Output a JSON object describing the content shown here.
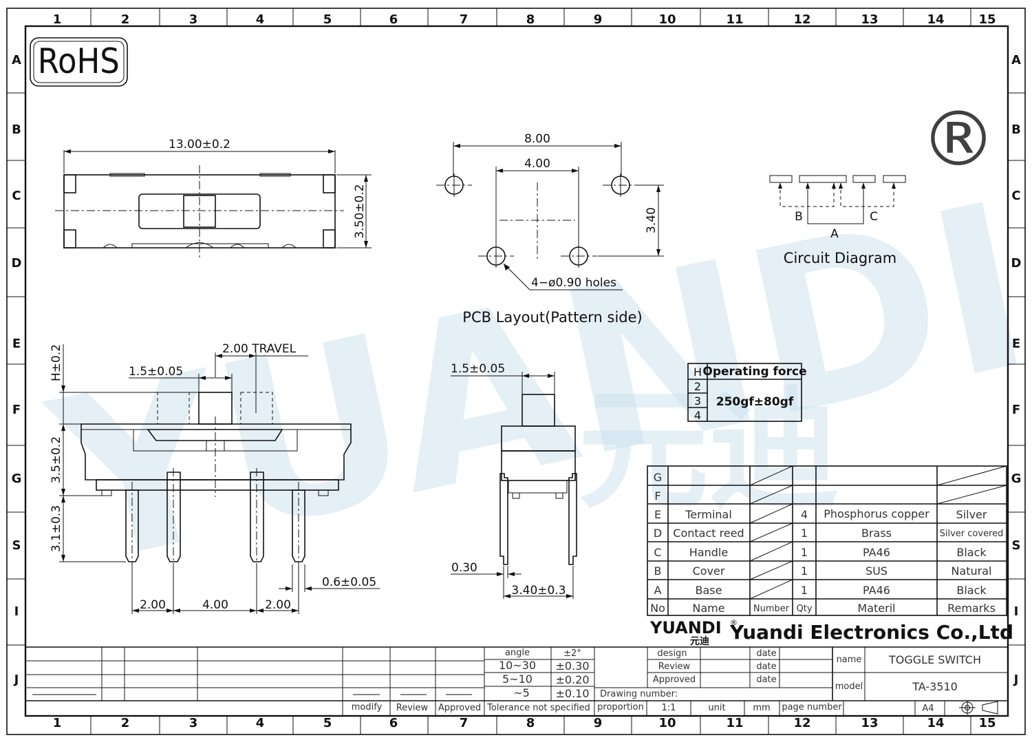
{
  "frame": {
    "cols": [
      "1",
      "2",
      "3",
      "4",
      "5",
      "6",
      "7",
      "8",
      "9",
      "10",
      "11",
      "12",
      "13",
      "14",
      "15"
    ],
    "rows": [
      "A",
      "B",
      "C",
      "D",
      "E",
      "F",
      "G",
      "S",
      "I",
      "J"
    ]
  },
  "badge": {
    "rohs": "RoHS",
    "registered_mark": "®"
  },
  "watermark": {
    "text": "YUANDI",
    "cn": "元迪"
  },
  "top_view": {
    "width_dim": "13.00±0.2",
    "height_dim": "3.50±0.2"
  },
  "pcb": {
    "pitch_outer": "8.00",
    "pitch_inner": "4.00",
    "row_offset": "3.40",
    "holes_note": "4−ø0.90  holes",
    "caption": "PCB  Layout(Pattern  side)"
  },
  "circuit": {
    "label_a": "A",
    "label_b": "B",
    "label_c": "C",
    "caption": "Circuit  Diagram"
  },
  "front_view": {
    "travel": "2.00  TRAVEL",
    "knob_width": "1.5±0.05",
    "h_dim": "H±0.2",
    "body_h": "3.5±0.2",
    "pin_len": "3.1±0.3",
    "pin_w": "0.6±0.05",
    "pitch_a": "2.00",
    "pitch_b": "4.00",
    "pitch_c": "2.00"
  },
  "side_view": {
    "knob_width": "1.5±0.05",
    "pin_t": "0.30",
    "pin_span": "3.40±0.3"
  },
  "force_table": {
    "head_h": "H",
    "head_label": "Operating force",
    "rows": [
      "2",
      "3",
      "4"
    ],
    "value": "250gf±80gf"
  },
  "bom": {
    "header": {
      "no": "No",
      "name": "Name",
      "number": "Number",
      "qty": "Qty",
      "material": "Materil",
      "remarks": "Remarks"
    },
    "rows": [
      {
        "no": "G",
        "name": "",
        "qty": "",
        "material": "",
        "remarks": ""
      },
      {
        "no": "F",
        "name": "",
        "qty": "",
        "material": "",
        "remarks": ""
      },
      {
        "no": "E",
        "name": "Terminal",
        "qty": "4",
        "material": "Phosphorus copper",
        "remarks": "Silver"
      },
      {
        "no": "D",
        "name": "Contact reed",
        "qty": "1",
        "material": "Brass",
        "remarks": "Silver covered"
      },
      {
        "no": "C",
        "name": "Handle",
        "qty": "1",
        "material": "PA46",
        "remarks": "Black"
      },
      {
        "no": "B",
        "name": "Cover",
        "qty": "1",
        "material": "SUS",
        "remarks": "Natural"
      },
      {
        "no": "A",
        "name": "Base",
        "qty": "1",
        "material": "PA46",
        "remarks": "Black"
      }
    ]
  },
  "company": {
    "logo": "YUANDI",
    "logo_cn": "元迪",
    "name": "Yuandi Electronics Co.,Ltd"
  },
  "title_block": {
    "tol_header": "angle",
    "tol_header_val": "±2°",
    "tol_rows": [
      {
        "range": "10~30",
        "val": "±0.30"
      },
      {
        "range": "5~10",
        "val": "±0.20"
      },
      {
        "range": "~5",
        "val": "±0.10"
      }
    ],
    "tol_note": "Tolerance not specified",
    "sig_labels": [
      "modify",
      "Review",
      "Approved"
    ],
    "people": [
      "design",
      "Review",
      "Approved"
    ],
    "date_label": "date",
    "name_label": "name",
    "name_value": "TOGGLE SWITCH",
    "model_label": "model",
    "model_value": "TA-3510",
    "drawing_number_label": "Drawing number:",
    "proportion_label": "proportion",
    "proportion_value": "1:1",
    "unit_label": "unit",
    "unit_value": "mm",
    "page_label": "page number",
    "size": "A4"
  }
}
